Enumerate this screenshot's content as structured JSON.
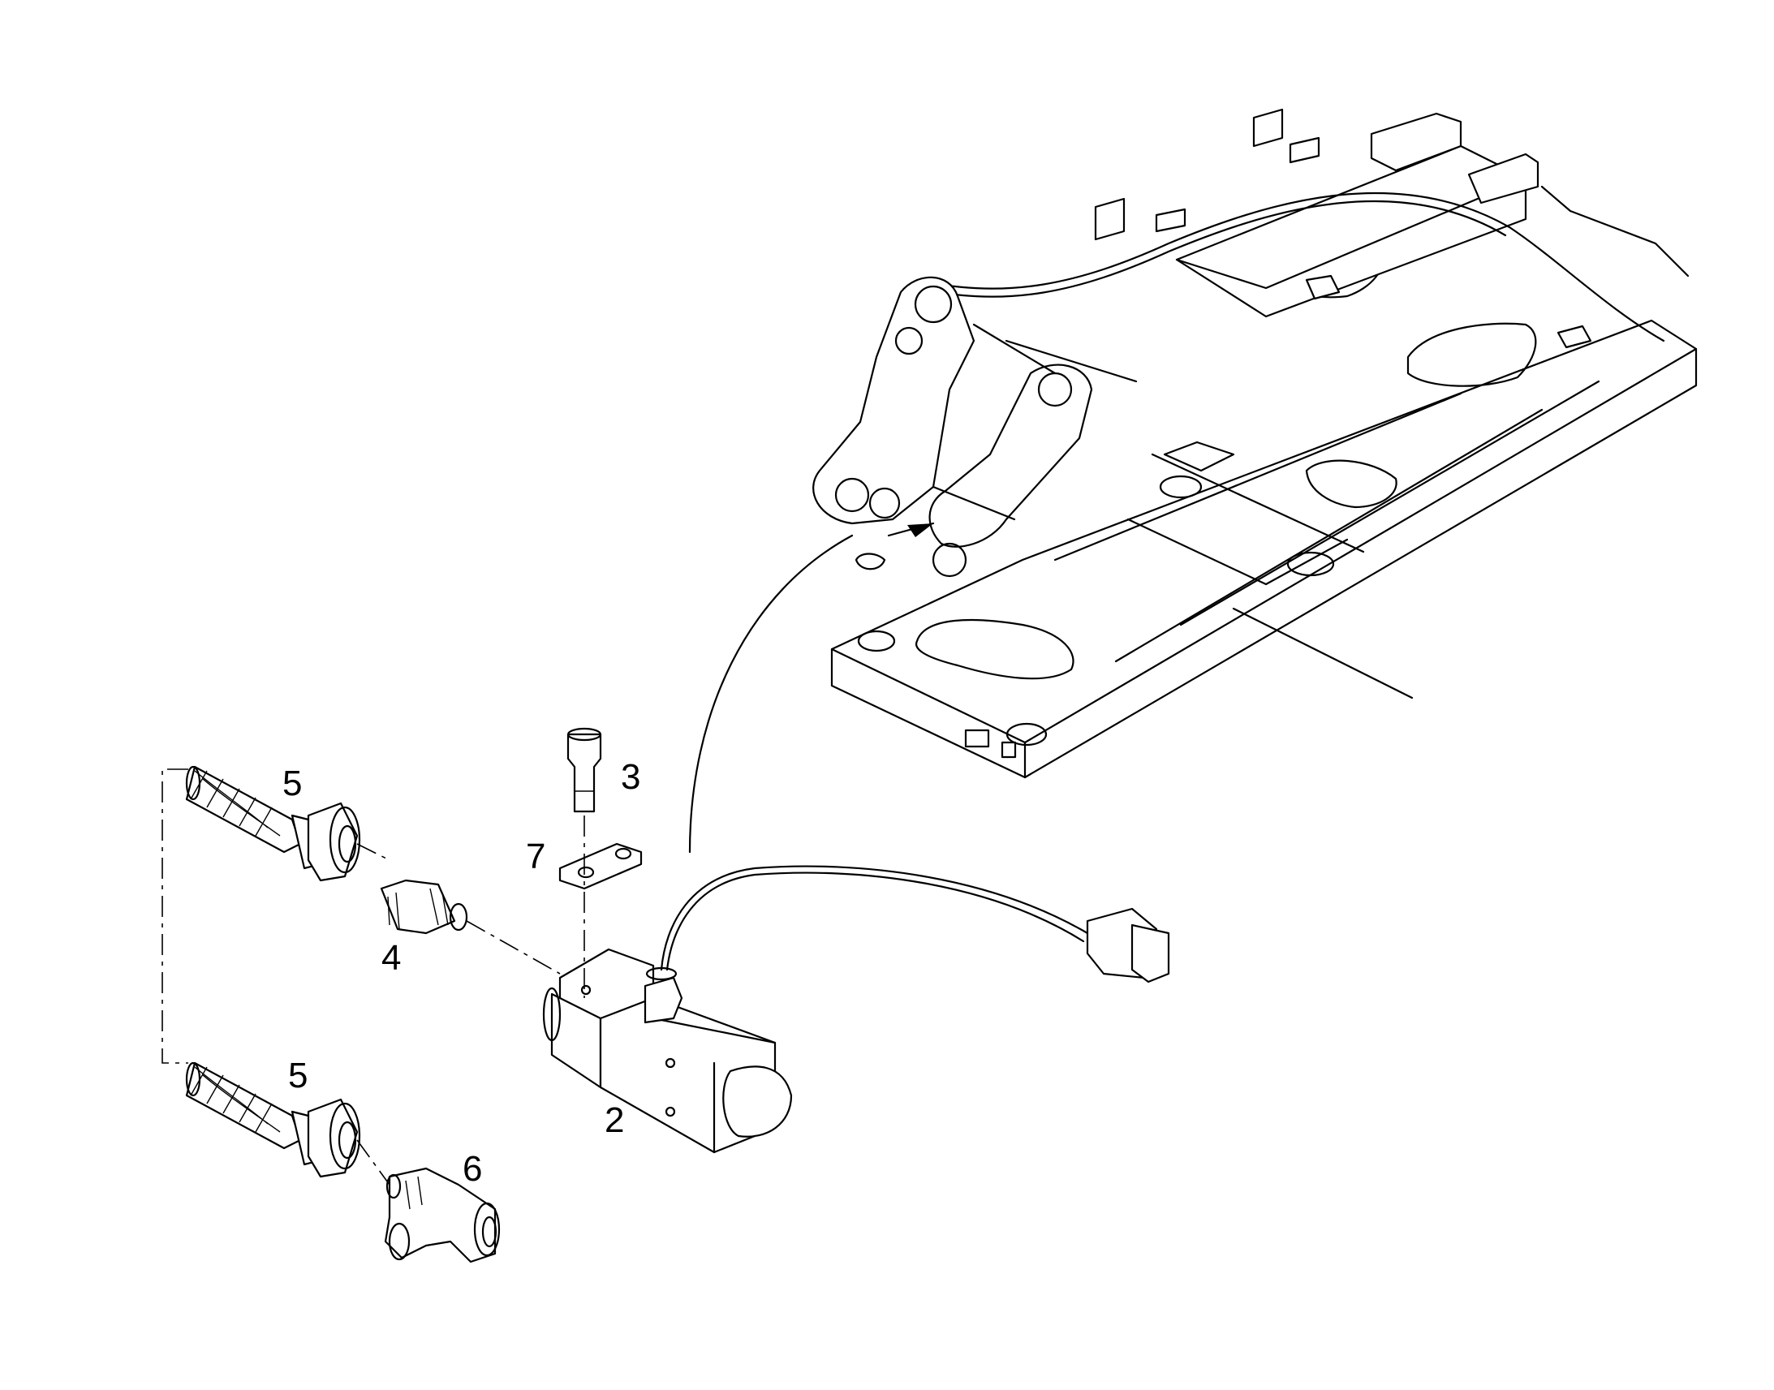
{
  "colors": {
    "line": "#000000",
    "background": "#ffffff"
  },
  "callouts": {
    "hose_upper": "5",
    "bolt": "3",
    "plate": "7",
    "adapter": "4",
    "hose_lower": "5",
    "valve": "2",
    "tee": "6"
  }
}
